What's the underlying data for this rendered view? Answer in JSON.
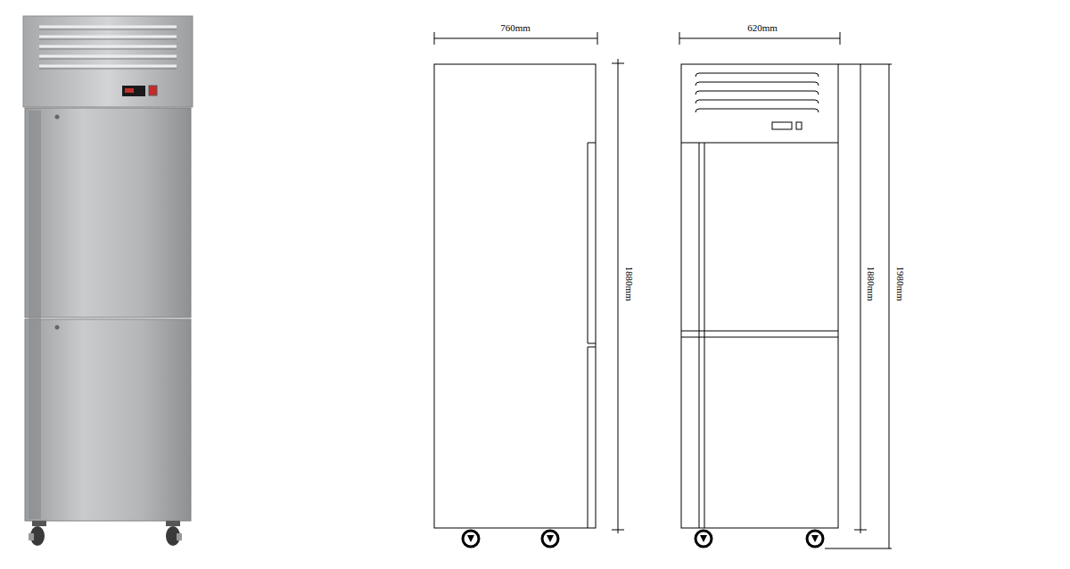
{
  "diagram": {
    "labels": [
      "760mm",
      "620mm",
      "1880mm",
      "1880mm",
      "1980mm"
    ]
  }
}
